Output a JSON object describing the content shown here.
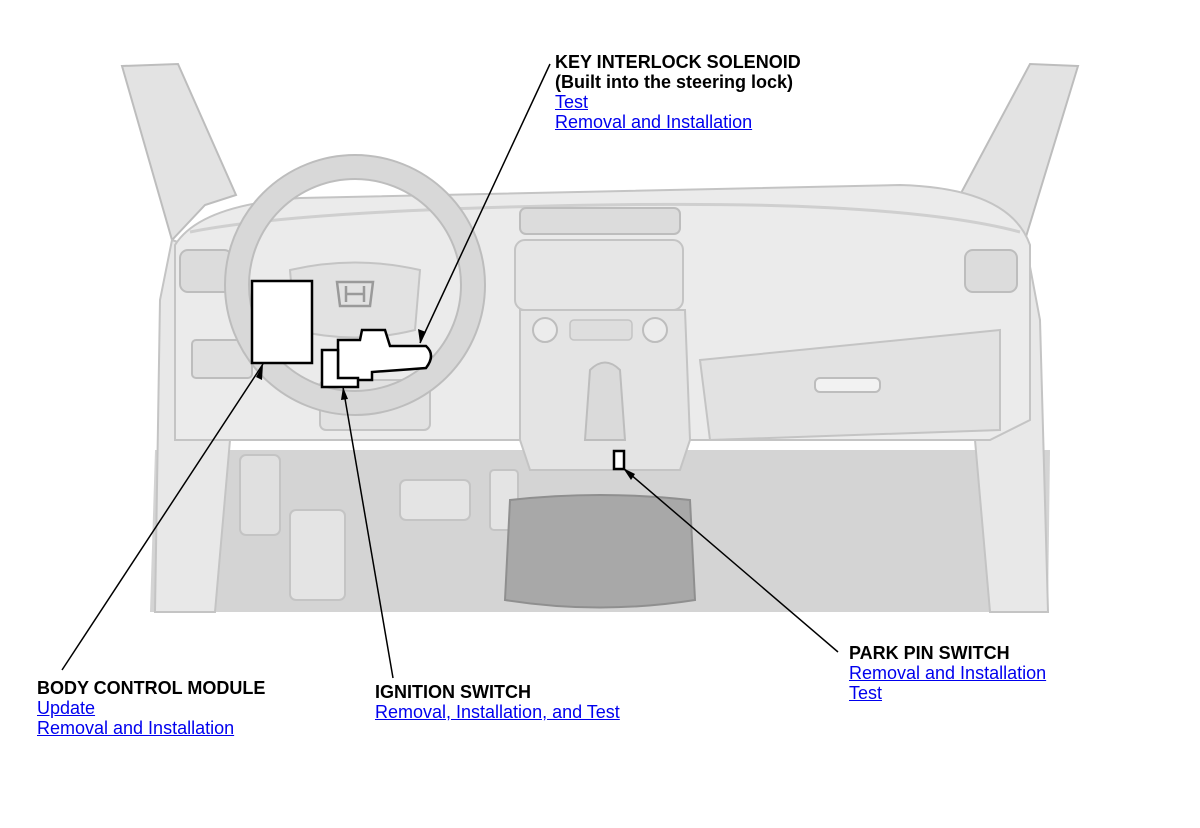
{
  "callouts": {
    "key_interlock": {
      "title": "KEY INTERLOCK SOLENOID",
      "subtitle": "(Built into the steering lock)",
      "links": [
        "Test",
        "Removal and Installation"
      ]
    },
    "body_control": {
      "title": "BODY CONTROL MODULE",
      "links": [
        "Update",
        "Removal and Installation"
      ]
    },
    "ignition": {
      "title": "IGNITION SWITCH",
      "links": [
        "Removal, Installation, and Test"
      ]
    },
    "park_pin": {
      "title": "PARK PIN SWITCH",
      "links": [
        "Removal and Installation",
        "Test"
      ]
    }
  },
  "colors": {
    "link": "#0000ee",
    "text": "#000000",
    "dash_fill": "#e6e6e6",
    "dash_stroke": "#c4c4c4",
    "floor": "#cfcfcf"
  }
}
